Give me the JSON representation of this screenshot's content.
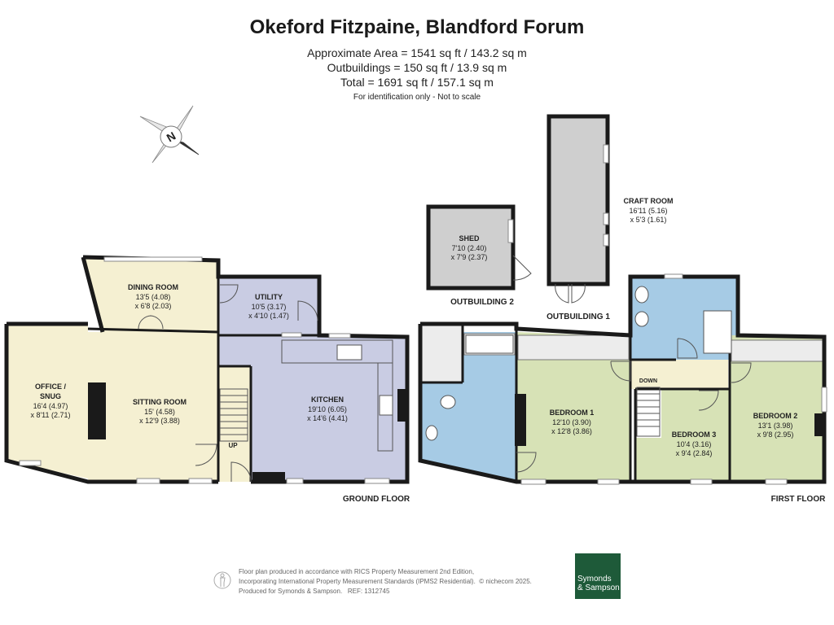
{
  "header": {
    "title": "Okeford Fitzpaine, Blandford Forum",
    "approx_area": "Approximate Area = 1541 sq ft / 143.2 sq m",
    "outbuildings": "Outbuildings = 150 sq ft / 13.9 sq m",
    "total": "Total = 1691 sq ft / 157.1 sq m",
    "note": "For identification only - Not to scale"
  },
  "compass": {
    "letter": "N",
    "icon": "compass-rose-icon"
  },
  "ground_floor": {
    "label": "GROUND FLOOR",
    "rooms": [
      {
        "name": "DINING ROOM",
        "dims": "13'5 (4.08)",
        "dims2": "x 6'8 (2.03)"
      },
      {
        "name": "UTILITY",
        "dims": "10'5 (3.17)",
        "dims2": "x 4'10 (1.47)"
      },
      {
        "name": "OFFICE /",
        "name2": "SNUG",
        "dims": "16'4 (4.97)",
        "dims2": "x 8'11 (2.71)"
      },
      {
        "name": "SITTING ROOM",
        "dims": "15' (4.58)",
        "dims2": "x 12'9 (3.88)"
      },
      {
        "name": "KITCHEN",
        "dims": "19'10 (6.05)",
        "dims2": "x 14'6 (4.41)"
      }
    ],
    "stairs_label": "UP"
  },
  "first_floor": {
    "label": "FIRST FLOOR",
    "rooms": [
      {
        "name": "BEDROOM 1",
        "dims": "12'10 (3.90)",
        "dims2": "x 12'8 (3.86)"
      },
      {
        "name": "BEDROOM 3",
        "dims": "10'4 (3.16)",
        "dims2": "x 9'4 (2.84)"
      },
      {
        "name": "BEDROOM 2",
        "dims": "13'1 (3.98)",
        "dims2": "x 9'8 (2.95)"
      }
    ],
    "stairs_label": "DOWN"
  },
  "outbuilding_2": {
    "label": "OUTBUILDING 2",
    "room": {
      "name": "SHED",
      "dims": "7'10 (2.40)",
      "dims2": "x 7'9 (2.37)"
    }
  },
  "outbuilding_1": {
    "label": "OUTBUILDING 1",
    "room": {
      "name": "CRAFT ROOM",
      "dims": "16'11 (5.16)",
      "dims2": "x 5'3 (1.61)"
    }
  },
  "footer": {
    "line1": "Floor plan produced in accordance with RICS Property Measurement 2nd Edition,",
    "line2": "Incorporating International Property Measurement Standards (IPMS2 Residential).",
    "copyright": "© nichecom 2025.",
    "line3": "Produced for Symonds & Sampson.",
    "ref": "REF: 1312745"
  },
  "logo": {
    "line1": "Symonds",
    "line2": "& Sampson"
  },
  "colors": {
    "living": "#f5f0d2",
    "service": "#c9cce3",
    "bedroom": "#d7e2b6",
    "bathroom": "#a6cbe5",
    "outbuilding": "#cfcfcf",
    "wall": "#1a1a1a",
    "logo": "#1e5a39"
  }
}
